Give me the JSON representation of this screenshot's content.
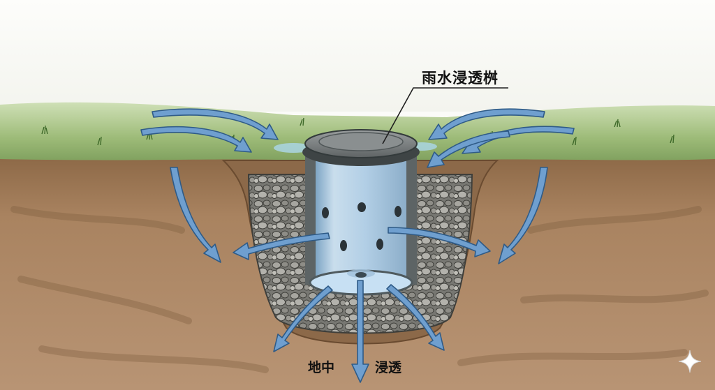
{
  "labels": {
    "basin": "雨水浸透桝",
    "underground": "地中",
    "percolation": "浸透"
  },
  "icons": [
    "sparkle-icon"
  ],
  "colors": {
    "sky": "#fbfbf8",
    "grass": "#9dbb78",
    "soil": "#a98360",
    "soil_dark": "#8b6645",
    "gravel": "#8a8a86",
    "pipe_glass": "#bcd8ef",
    "lid": "#7d8283",
    "arrow": "#6f9fcf",
    "arrow_edge": "#2f5b87",
    "water_pool": "#a9d3dc"
  }
}
